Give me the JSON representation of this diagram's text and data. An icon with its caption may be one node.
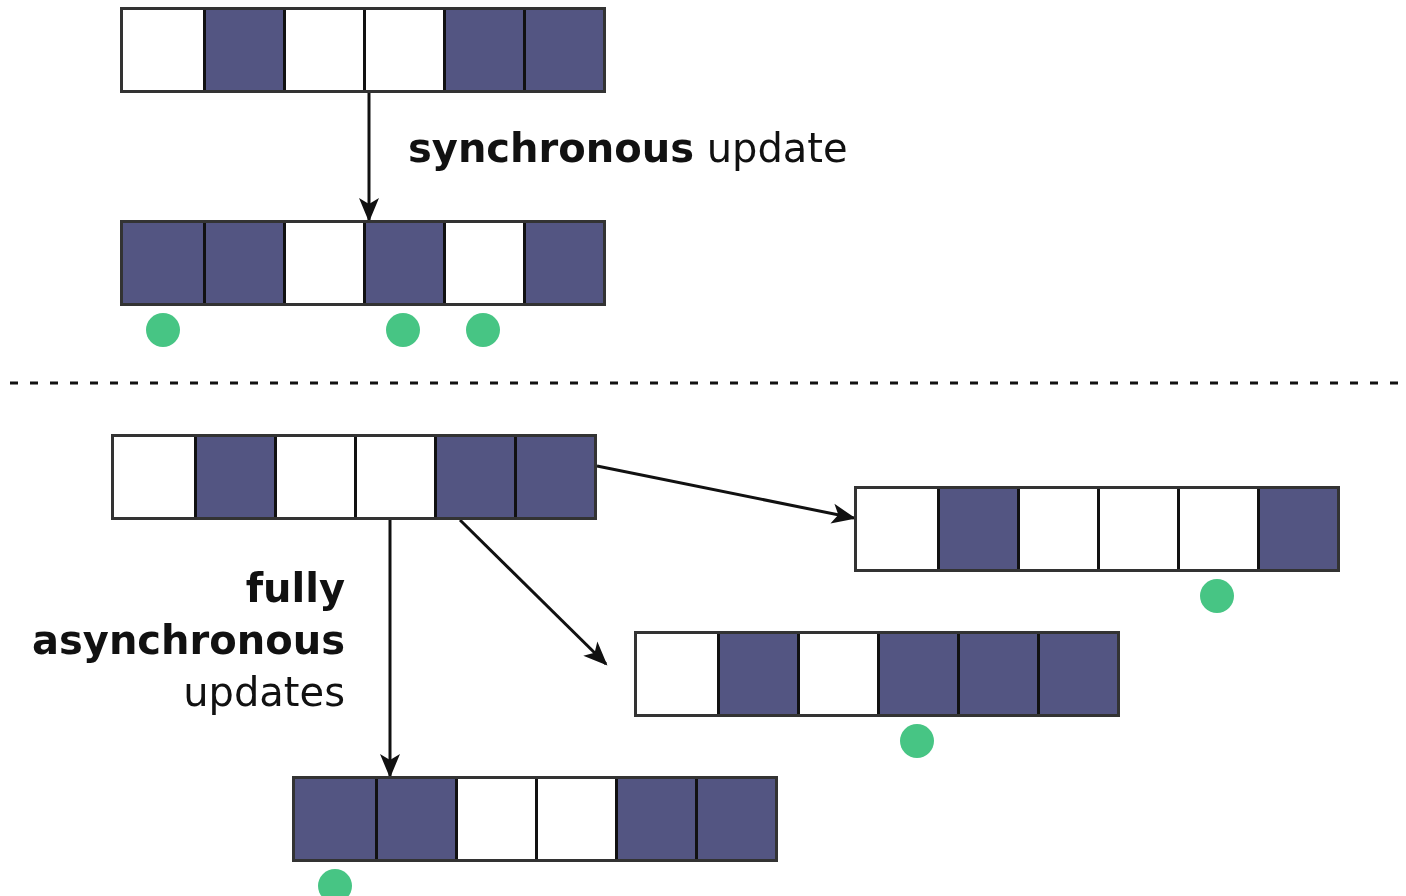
{
  "diagram": {
    "nodes": [
      {
        "text": [],
        "shape": "bar"
      },
      {
        "text": [],
        "shape": "bar"
      },
      {
        "text": [],
        "shape": "bar"
      },
      {
        "text": [],
        "shape": "bar"
      },
      {
        "text": [],
        "shape": "bar"
      },
      {
        "text": [],
        "shape": "bar"
      }
    ],
    "edges": [
      {
        "from": 0,
        "to": 1,
        "arrow": "to",
        "label": "**synchronous** update"
      },
      {
        "from": 2,
        "to": 3,
        "arrow": "to"
      },
      {
        "from": 2,
        "to": 4,
        "arrow": "to"
      },
      {
        "from": 2,
        "to": 5,
        "arrow": "to",
        "label": "**fully asynchronous** updates"
      }
    ]
  }
}
